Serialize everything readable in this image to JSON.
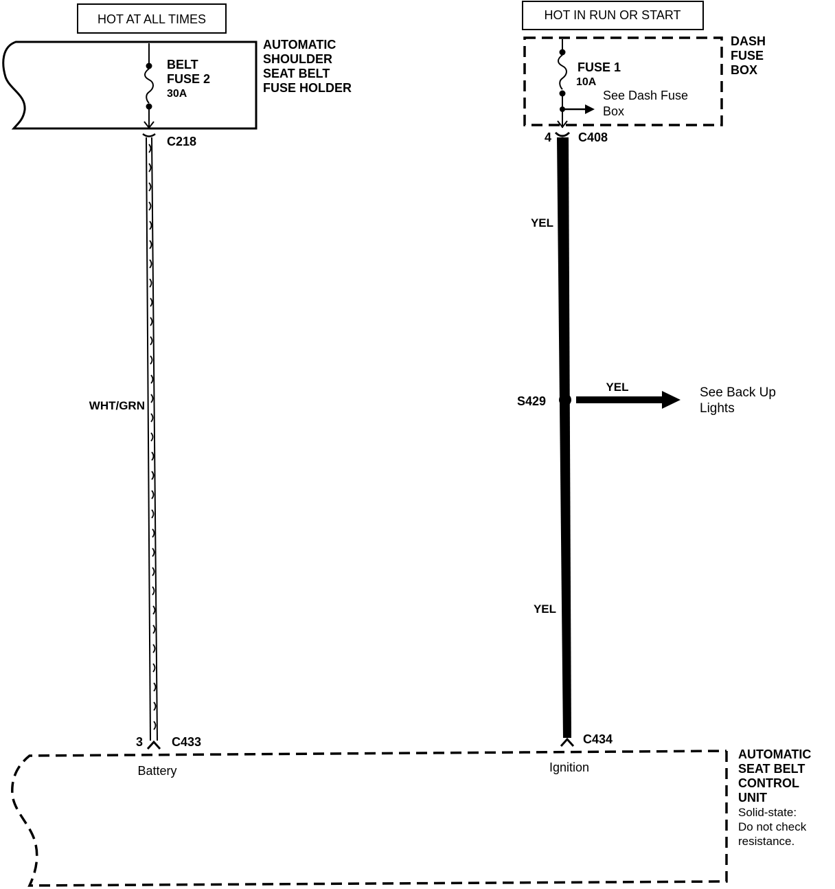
{
  "left_circuit": {
    "header": "HOT AT ALL TIMES",
    "holder_label": [
      "AUTOMATIC",
      "SHOULDER",
      "SEAT BELT",
      "FUSE HOLDER"
    ],
    "fuse_name": [
      "BELT",
      "FUSE  2"
    ],
    "fuse_rating": "30A",
    "top_connector": "C218",
    "wire_color": "WHT/GRN",
    "bottom_pin": "3",
    "bottom_connector": "C433",
    "terminal_label": "Battery"
  },
  "right_circuit": {
    "header": "HOT IN RUN OR START",
    "fuse_box_label": [
      "DASH",
      "FUSE",
      "BOX"
    ],
    "fuse_name": "FUSE 1",
    "fuse_rating": "10A",
    "fuse_box_ref": [
      "See Dash Fuse",
      "Box"
    ],
    "top_pin": "4",
    "top_connector": "C408",
    "wire_color_upper": "YEL",
    "splice": "S429",
    "branch_wire_color": "YEL",
    "branch_ref": [
      "See Back Up",
      "Lights"
    ],
    "wire_color_lower": "YEL",
    "bottom_connector": "C434",
    "terminal_label": "Ignition"
  },
  "control_unit": {
    "label": [
      "AUTOMATIC",
      "SEAT BELT",
      "CONTROL",
      "UNIT"
    ],
    "note": [
      "Solid-state:",
      "Do not check",
      "resistance."
    ]
  }
}
